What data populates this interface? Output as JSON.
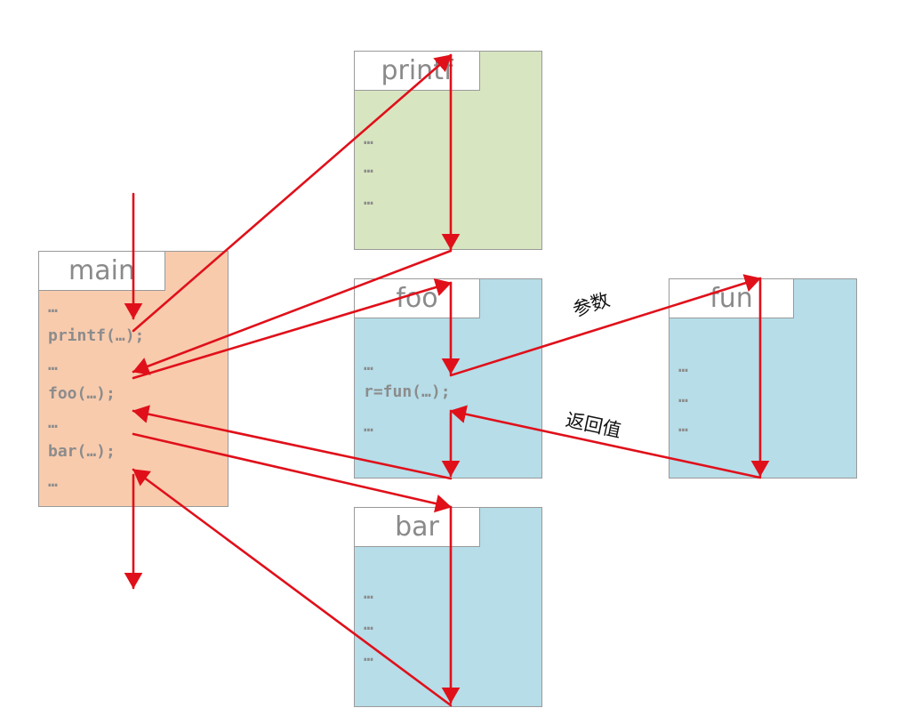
{
  "colors": {
    "main_fill": "#f8cbad",
    "printf_fill": "#d8e5c1",
    "foo_fill": "#b6dde8",
    "fun_fill": "#b6dde8",
    "bar_fill": "#b6dde8",
    "arrow": "#e0101a"
  },
  "boxes": {
    "main": {
      "title": "main",
      "lines": [
        "…",
        "printf(…);",
        "…",
        "foo(…);",
        "…",
        "bar(…);",
        "…"
      ]
    },
    "printf": {
      "title": "printf",
      "lines": [
        "…",
        "…",
        "…"
      ]
    },
    "foo": {
      "title": "foo",
      "lines": [
        "…",
        "r=fun(…);",
        "…"
      ]
    },
    "fun": {
      "title": "fun",
      "lines": [
        "…",
        "…",
        "…"
      ]
    },
    "bar": {
      "title": "bar",
      "lines": [
        "…",
        "…",
        "…"
      ]
    }
  },
  "labels": {
    "params": "参数",
    "return_value": "返回值"
  }
}
